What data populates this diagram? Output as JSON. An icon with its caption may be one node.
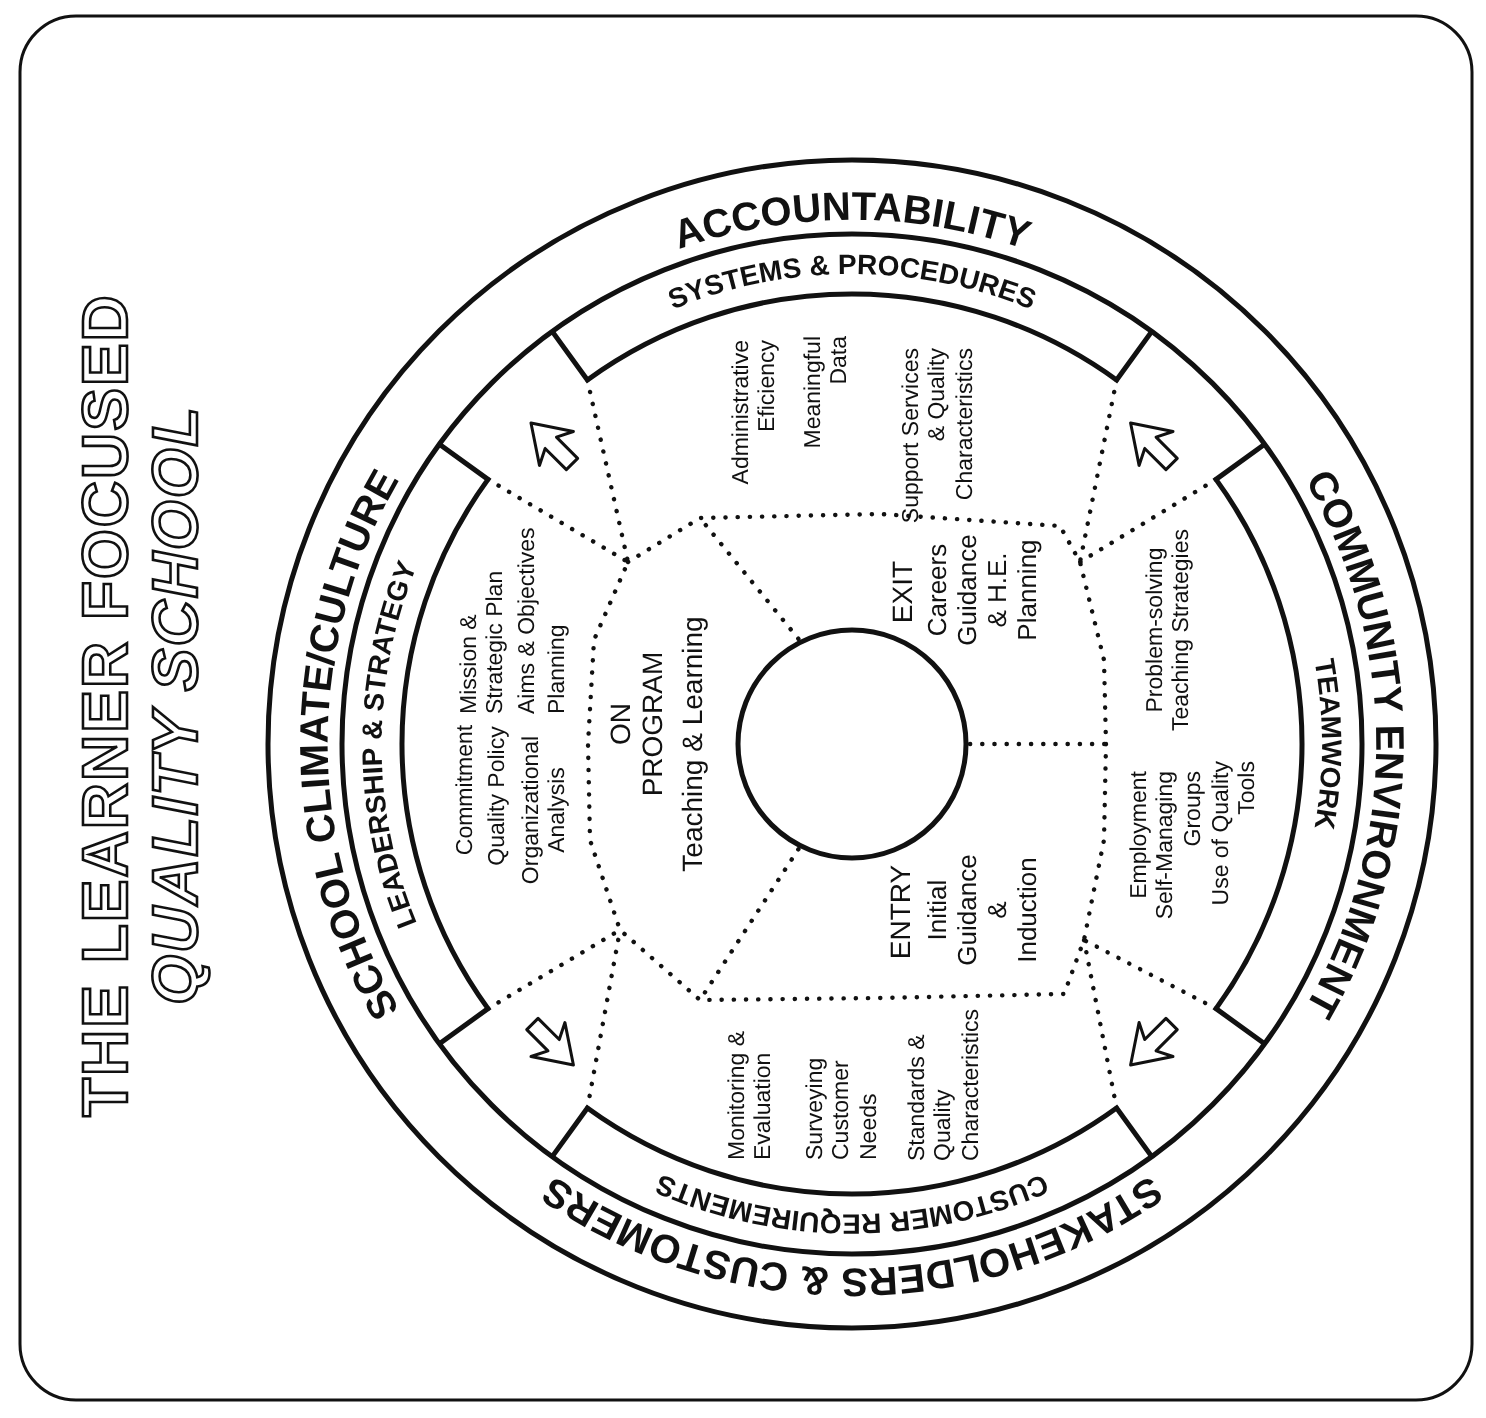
{
  "diagram": {
    "title": "THE LEARNER FOCUSED *QUALITY SCHOOL*",
    "nodes": [
      {
        "text": [
          "ACCOUNTABILITY"
        ]
      },
      {
        "text": [
          "COMMUNITY ENVIRONMENT"
        ]
      },
      {
        "text": [
          "STAKEHOLDERS & CUSTOMERS"
        ]
      },
      {
        "text": [
          "SCHOOL CLIMATE/CULTURE"
        ]
      },
      {
        "text": [
          "SYSTEMS & PROCEDURES",
          "Administrative Eficiency",
          "Meaningful Data",
          "Support Services & Quality Characteristics"
        ]
      },
      {
        "text": [
          "TEAMWORK",
          "Problem-solving Teaching Strategies",
          "Employment Self-Managing Groups",
          "Use of Quality Tools"
        ]
      },
      {
        "text": [
          "CUSTOMER REQUIREMENTS",
          "Monitoring & Evaluation",
          "Surveying Customer Needs",
          "Standards & Quality Characteristics"
        ]
      },
      {
        "text": [
          "LEADERSHIP & STRATEGY",
          "Commitment",
          "Quality Policy",
          "Organizational Analysis",
          "Mission & Strategic Plan",
          "Aims & Objectives",
          "Planning"
        ]
      },
      {
        "text": [
          "ON PROGRAM",
          "Teaching & Learning"
        ]
      },
      {
        "text": [
          "EXIT",
          "Careers Guidance & H.E. Planning"
        ]
      },
      {
        "text": [
          "ENTRY",
          "Initial Guidance & Induction"
        ]
      },
      {
        "text": [],
        "shape": "circle"
      }
    ],
    "edges": []
  }
}
